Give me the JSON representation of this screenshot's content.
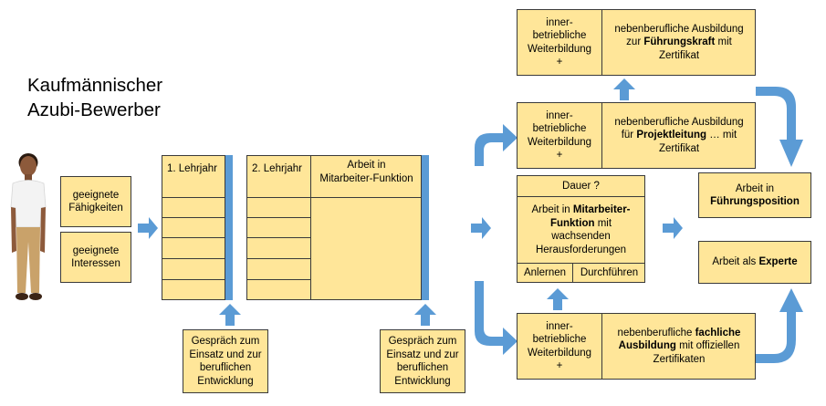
{
  "title": {
    "line1": "Kaufmännischer",
    "line2": "Azubi-Bewerber"
  },
  "candidate": {
    "skills": [
      "geeignete",
      "Fähigkeiten"
    ],
    "interests": [
      "geeignete",
      "Interessen"
    ]
  },
  "year1": {
    "label": "1. Lehrjahr"
  },
  "year2": {
    "label": "2. Lehrjahr",
    "work_label": [
      "Arbeit in",
      "Mitarbeiter-Funktion"
    ]
  },
  "talk": [
    "Gespräch zum",
    "Einsatz und zur",
    "beruflichen",
    "Entwicklung"
  ],
  "training": {
    "inhouse": [
      "inner-",
      "betriebliche",
      "Weiterbildung",
      "+"
    ],
    "leadership": {
      "pre": "nebenberufliche Ausbildung",
      "pre2": "zur ",
      "bold": "Führungskraft",
      "post": " mit",
      "line3": "Zertifikat"
    },
    "project": {
      "pre": "nebenberufliche Ausbildung",
      "pre2": "für ",
      "bold": "Projektleitung",
      "post": " … mit",
      "line3": "Zertifikat"
    },
    "expert": {
      "pre": "nebenberufliche ",
      "bold1": "fachliche",
      "bold2": "Ausbildung",
      "post": " mit offiziellen",
      "line3": "Zertifikaten"
    }
  },
  "employee": {
    "duration": "Dauer ?",
    "line1_pre": "Arbeit in ",
    "line1_bold": "Mitarbeiter-",
    "line2_bold": "Funktion",
    "line2_post": " mit",
    "line3": "wachsenden",
    "line4": "Herausforderungen",
    "learn": "Anlernen",
    "execute": "Durchführen"
  },
  "outcomes": {
    "leadership": {
      "pre": "Arbeit in",
      "bold": "Führungsposition"
    },
    "expert": {
      "pre": "Arbeit als ",
      "bold": "Experte"
    }
  },
  "colors": {
    "box_fill": "#ffe699",
    "arrow": "#5b9bd5",
    "border": "#3a3a3a"
  }
}
